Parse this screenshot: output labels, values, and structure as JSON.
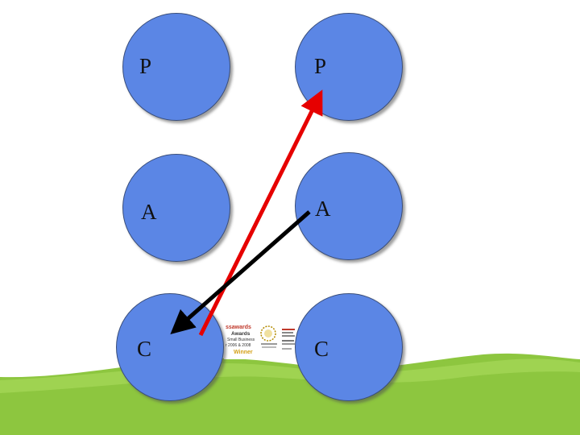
{
  "nodes": {
    "p_left": {
      "label": "P"
    },
    "p_right": {
      "label": "P"
    },
    "a_left": {
      "label": "A"
    },
    "a_right": {
      "label": "A"
    },
    "c_left": {
      "label": "C"
    },
    "c_right": {
      "label": "C"
    }
  },
  "arrows": [
    {
      "from": "c_left",
      "to": "p_right",
      "color": "#e60000"
    },
    {
      "from": "a_right",
      "to": "c_left",
      "color": "#000000"
    }
  ],
  "colors": {
    "circle_fill": "#5b86e5",
    "circle_border": "#3a4e7a",
    "grass": "#8dc63f",
    "grass_light": "#a7d85a"
  },
  "logo": {
    "line1": "ssawards",
    "line2": "Awards",
    "line3": "Small Business",
    "line4": "r 2006 & 2008",
    "line5": "Winner"
  }
}
